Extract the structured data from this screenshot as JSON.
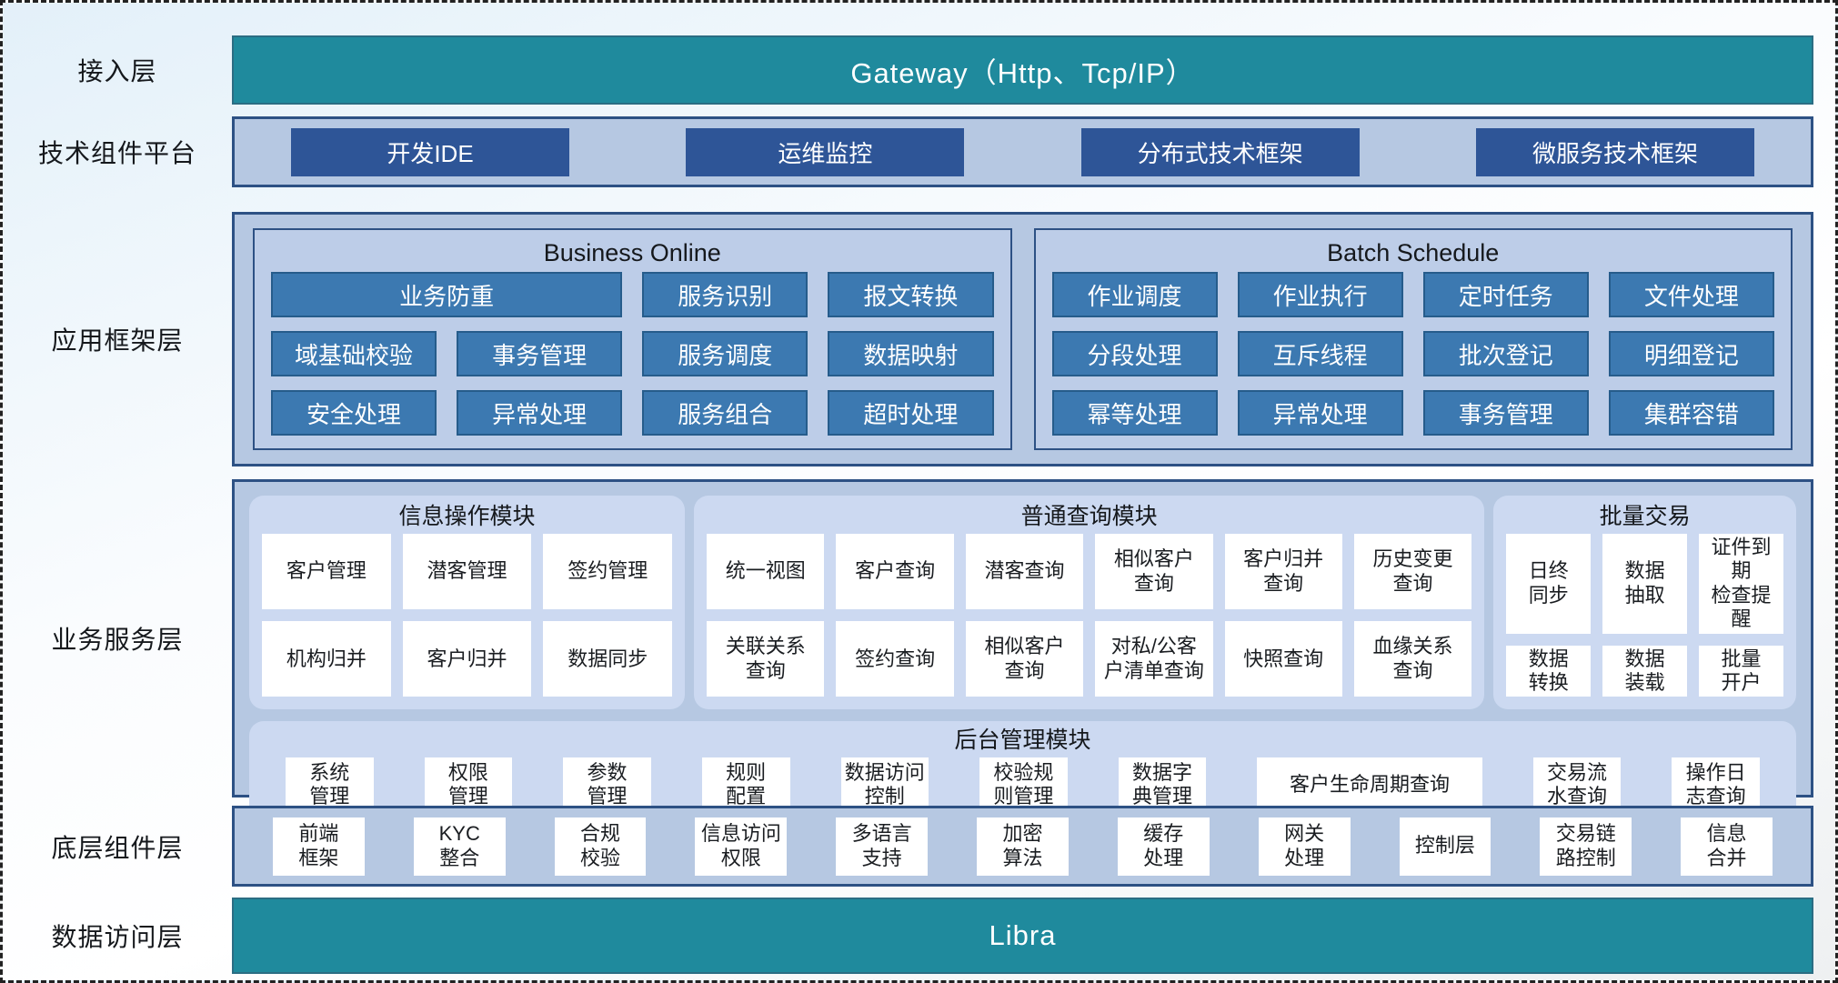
{
  "colors": {
    "teal_bar": "#1f8a9d",
    "navy_button": "#2e5597",
    "steel_button": "#3c79b1",
    "panel_fill": "#b6c8e2",
    "panel_border": "#2d5184",
    "card_fill": "#ccd9f1",
    "white_button": "#ffffff"
  },
  "layers": {
    "access": {
      "label": "接入层",
      "gateway": "Gateway（Http、Tcp/IP）"
    },
    "tech_platform": {
      "label": "技术组件平台",
      "items": [
        "开发IDE",
        "运维监控",
        "分布式技术框架",
        "微服务技术框架"
      ]
    },
    "app_framework": {
      "label": "应用框架层",
      "business_online": {
        "title": "Business Online",
        "rows": [
          [
            "业务防重",
            "服务识别",
            "报文转换"
          ],
          [
            "域基础校验",
            "事务管理",
            "服务调度",
            "数据映射"
          ],
          [
            "安全处理",
            "异常处理",
            "服务组合",
            "超时处理"
          ]
        ]
      },
      "batch_schedule": {
        "title": "Batch Schedule",
        "rows": [
          [
            "作业调度",
            "作业执行",
            "定时任务",
            "文件处理"
          ],
          [
            "分段处理",
            "互斥线程",
            "批次登记",
            "明细登记"
          ],
          [
            "幂等处理",
            "异常处理",
            "事务管理",
            "集群容错"
          ]
        ]
      }
    },
    "business_service": {
      "label": "业务服务层",
      "info_ops": {
        "title": "信息操作模块",
        "rows": [
          [
            "客户管理",
            "潜客管理",
            "签约管理"
          ],
          [
            "机构归并",
            "客户归并",
            "数据同步"
          ]
        ]
      },
      "common_query": {
        "title": "普通查询模块",
        "rows": [
          [
            "统一视图",
            "客户查询",
            "潜客查询",
            "相似客户\n查询",
            "客户归并\n查询",
            "历史变更\n查询"
          ],
          [
            "关联关系\n查询",
            "签约查询",
            "相似客户\n查询",
            "对私/公客\n户清单查询",
            "快照查询",
            "血缘关系\n查询"
          ]
        ]
      },
      "batch_trade": {
        "title": "批量交易",
        "rows": [
          [
            "日终\n同步",
            "数据\n抽取",
            "证件到期\n检查提醒"
          ],
          [
            "数据\n转换",
            "数据\n装载",
            "批量\n开户"
          ]
        ]
      },
      "admin": {
        "title": "后台管理模块",
        "items": [
          "系统\n管理",
          "权限\n管理",
          "参数\n管理",
          "规则\n配置",
          "数据访问\n控制",
          "校验规\n则管理",
          "数据字\n典管理",
          "客户生命周期查询",
          "交易流\n水查询",
          "操作日\n志查询"
        ]
      }
    },
    "base_components": {
      "label": "底层组件层",
      "items": [
        "前端\n框架",
        "KYC\n整合",
        "合规\n校验",
        "信息访问\n权限",
        "多语言\n支持",
        "加密\n算法",
        "缓存\n处理",
        "网关\n处理",
        "控制层",
        "交易链\n路控制",
        "信息\n合并"
      ]
    },
    "data_access": {
      "label": "数据访问层",
      "libra": "Libra"
    }
  }
}
